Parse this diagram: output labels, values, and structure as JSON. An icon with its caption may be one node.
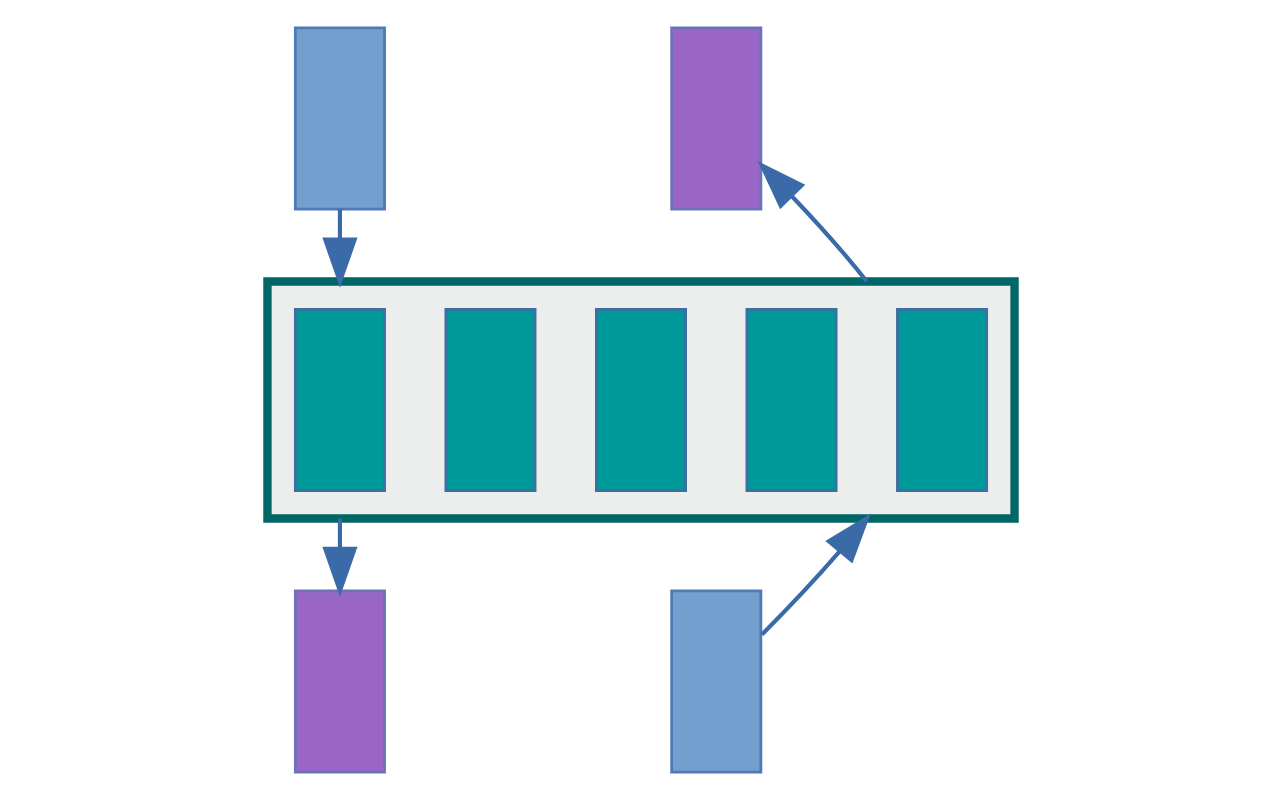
{
  "diagram": {
    "nodes": [
      {
        "text": [],
        "shape": "box"
      },
      {
        "text": [],
        "shape": "box"
      },
      {
        "text": [],
        "shape": "box"
      },
      {
        "text": [],
        "shape": "box",
        "in": 2
      },
      {
        "text": [],
        "shape": "box",
        "in": 2
      },
      {
        "text": [],
        "shape": "box",
        "in": 2
      },
      {
        "text": [],
        "shape": "box",
        "in": 2
      },
      {
        "text": [],
        "shape": "box",
        "in": 2
      },
      {
        "text": [],
        "shape": "box"
      },
      {
        "text": [],
        "shape": "box"
      }
    ],
    "edges": [
      {
        "from": 0,
        "to": 2,
        "arrow": "to"
      },
      {
        "from": 2,
        "to": 1,
        "arrow": "to"
      },
      {
        "from": 2,
        "to": 8,
        "arrow": "to"
      },
      {
        "from": 9,
        "to": 2,
        "arrow": "to"
      }
    ]
  }
}
